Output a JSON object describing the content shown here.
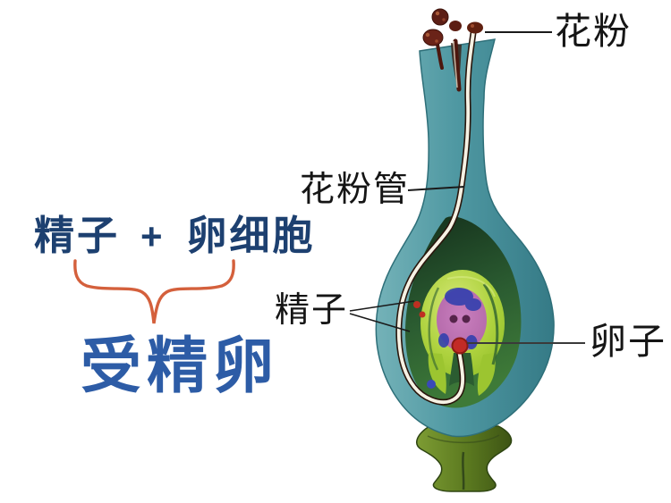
{
  "diagram": {
    "pollen_label": "花粉",
    "pollen_tube_label": "花粉管",
    "sperm_label": "精子",
    "egg_label": "卵子"
  },
  "equation": {
    "sperm": "精子",
    "plus": "+",
    "egg_cell": "卵细胞",
    "result": "受精卵"
  },
  "colors": {
    "pistil_teal": "#4f98a2",
    "ovary_interior_green": "#2b5c31",
    "ovule_yellow_green": "#a6cf36",
    "embryo_sac_pink": "#bb6fb2",
    "embryo_blue_patch": "#3340ae",
    "egg_red": "#c22b26",
    "pollen_maroon": "#5c1e15",
    "pollen_tube_white": "#f6f2e4",
    "label_text_black": "#151515",
    "equation_navy": "#1d4070",
    "brace_orange": "#d4603c",
    "result_blue": "#2d5ca6"
  }
}
